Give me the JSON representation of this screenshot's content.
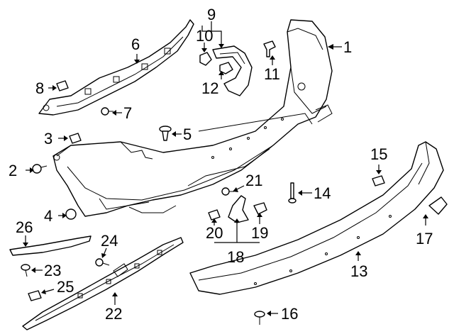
{
  "diagram": {
    "callouts": [
      {
        "id": "1",
        "label": "1"
      },
      {
        "id": "2",
        "label": "2"
      },
      {
        "id": "3",
        "label": "3"
      },
      {
        "id": "4",
        "label": "4"
      },
      {
        "id": "5",
        "label": "5"
      },
      {
        "id": "6",
        "label": "6"
      },
      {
        "id": "7",
        "label": "7"
      },
      {
        "id": "8",
        "label": "8"
      },
      {
        "id": "9",
        "label": "9"
      },
      {
        "id": "10",
        "label": "10"
      },
      {
        "id": "11",
        "label": "11"
      },
      {
        "id": "12",
        "label": "12"
      },
      {
        "id": "13",
        "label": "13"
      },
      {
        "id": "14",
        "label": "14"
      },
      {
        "id": "15",
        "label": "15"
      },
      {
        "id": "16",
        "label": "16"
      },
      {
        "id": "17",
        "label": "17"
      },
      {
        "id": "18",
        "label": "18"
      },
      {
        "id": "19",
        "label": "19"
      },
      {
        "id": "20",
        "label": "20"
      },
      {
        "id": "21",
        "label": "21"
      },
      {
        "id": "22",
        "label": "22"
      },
      {
        "id": "23",
        "label": "23"
      },
      {
        "id": "24",
        "label": "24"
      },
      {
        "id": "25",
        "label": "25"
      },
      {
        "id": "26",
        "label": "26"
      }
    ]
  }
}
